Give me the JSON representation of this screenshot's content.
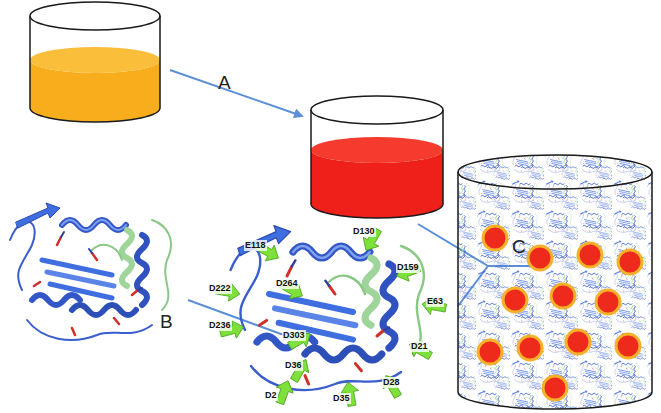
{
  "diagram": {
    "labels": [
      "A",
      "B",
      "C",
      "D130",
      "E118",
      "D159",
      "D222",
      "D264",
      "E63",
      "D236",
      "D303",
      "D21",
      "D36",
      "D28",
      "D2",
      "D35"
    ]
  }
}
